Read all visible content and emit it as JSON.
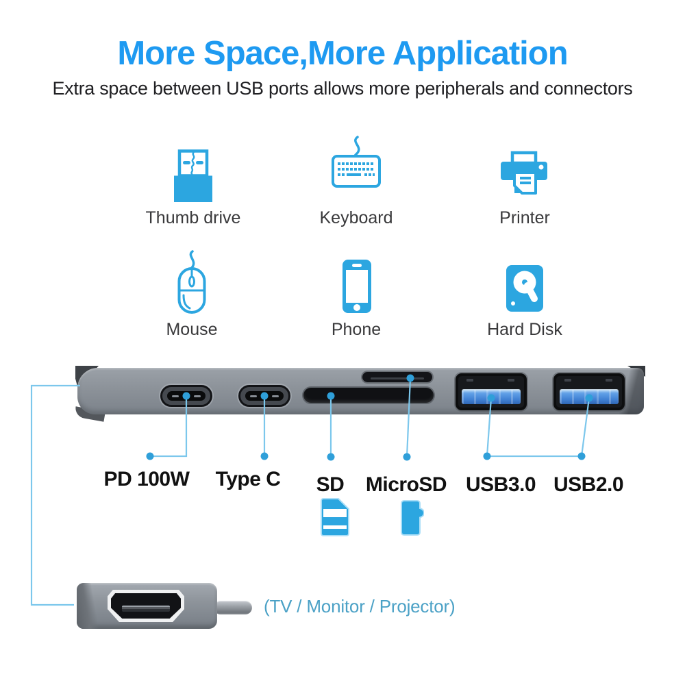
{
  "header": {
    "title": "More Space,More Application",
    "subtitle": "Extra space between USB ports allows more peripherals and connectors"
  },
  "peripherals": [
    {
      "icon": "thumb-drive-icon",
      "label": "Thumb drive"
    },
    {
      "icon": "keyboard-icon",
      "label": "Keyboard"
    },
    {
      "icon": "printer-icon",
      "label": "Printer"
    },
    {
      "icon": "mouse-icon",
      "label": "Mouse"
    },
    {
      "icon": "phone-icon",
      "label": "Phone"
    },
    {
      "icon": "hard-disk-icon",
      "label": "Hard Disk"
    }
  ],
  "hub": {
    "ports": [
      {
        "name": "usb-c-pd-port",
        "label": "PD 100W"
      },
      {
        "name": "usb-c-data-port",
        "label": "Type C"
      },
      {
        "name": "sd-card-slot",
        "label": "SD"
      },
      {
        "name": "microsd-card-slot",
        "label": "MicroSD"
      },
      {
        "name": "usb-a-3.0-port",
        "label": "USB3.0"
      },
      {
        "name": "usb-a-2.0-port",
        "label": "USB2.0"
      }
    ]
  },
  "hdmi": {
    "caption": "(TV / Monitor / Projector)"
  },
  "colors": {
    "title_blue": "#1e9af1",
    "icon_blue": "#2ca6e0",
    "callout_line_blue": "#7cc7ec",
    "callout_dot_blue": "#2f9fd9",
    "caption_teal": "#4ba1c6",
    "usb_tongue_blue": "#3f7fd2",
    "hub_gray": "#8c9299"
  }
}
